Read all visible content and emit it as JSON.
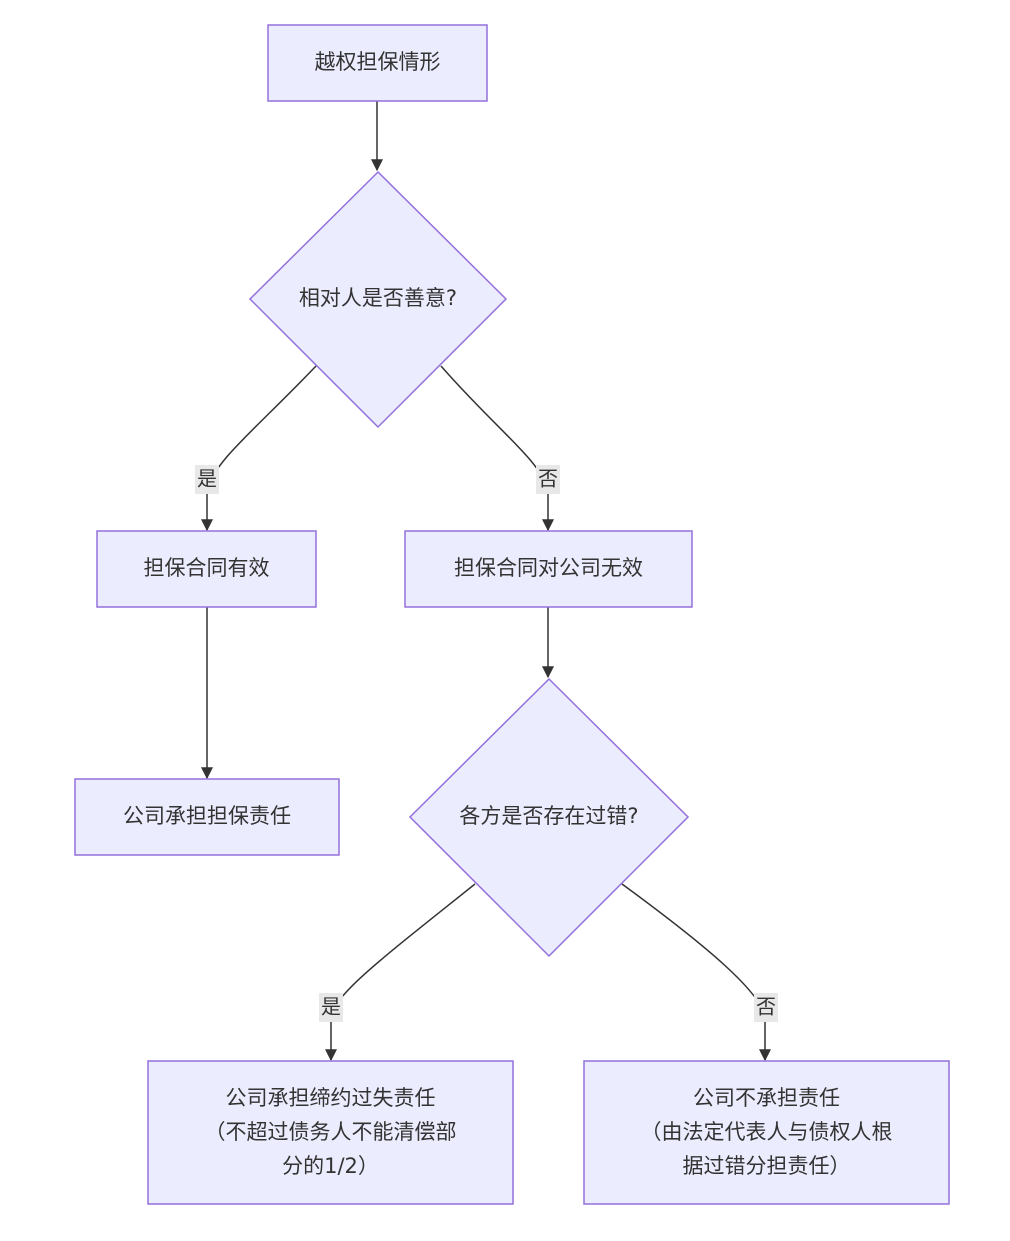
{
  "nodes": {
    "start": "越权担保情形",
    "q_good_faith": "相对人是否善意?",
    "contract_valid": "担保合同有效",
    "contract_invalid": "担保合同对公司无效",
    "company_guarantee": "公司承担担保责任",
    "q_fault": "各方是否存在过错?",
    "company_fault": [
      "公司承担缔约过失责任",
      "（不超过债务人不能清偿部",
      "分的1/2）"
    ],
    "company_no_liability": [
      "公司不承担责任",
      "（由法定代表人与债权人根",
      "据过错分担责任）"
    ]
  },
  "edge_labels": {
    "good_faith_yes": "是",
    "good_faith_no": "否",
    "fault_yes": "是",
    "fault_no": "否"
  },
  "colors": {
    "node_fill": "#ECECFF",
    "node_stroke": "#9370DB",
    "edge": "#333333",
    "label_bg": "#E8E8E8"
  }
}
